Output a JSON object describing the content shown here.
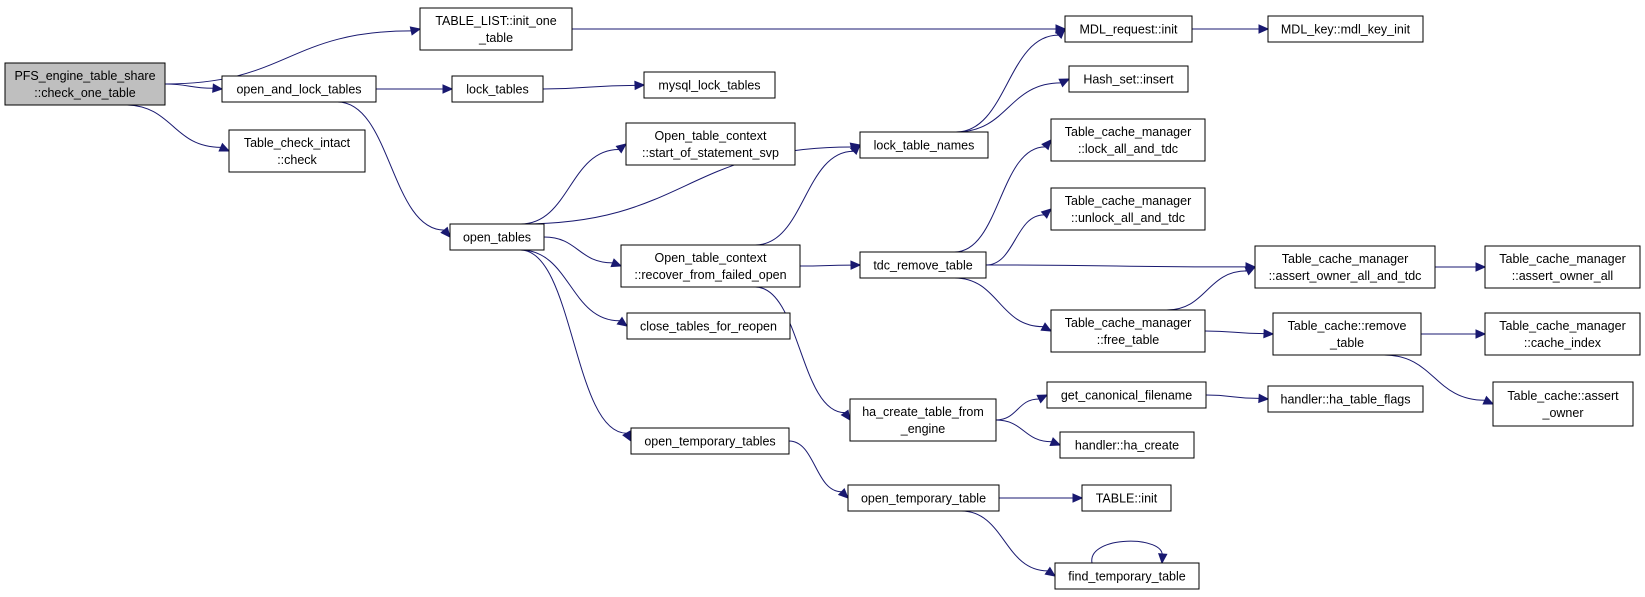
{
  "graph": {
    "nodes": [
      {
        "id": "root",
        "lines": [
          "PFS_engine_table_share",
          "::check_one_table"
        ],
        "root": true
      },
      {
        "id": "init_one_table",
        "lines": [
          "TABLE_LIST::init_one",
          "_table"
        ]
      },
      {
        "id": "mdl_request_init",
        "lines": [
          "MDL_request::init"
        ]
      },
      {
        "id": "mdl_key_init",
        "lines": [
          "MDL_key::mdl_key_init"
        ]
      },
      {
        "id": "open_and_lock_tables",
        "lines": [
          "open_and_lock_tables"
        ]
      },
      {
        "id": "lock_tables",
        "lines": [
          "lock_tables"
        ]
      },
      {
        "id": "mysql_lock_tables",
        "lines": [
          "mysql_lock_tables"
        ]
      },
      {
        "id": "hash_set_insert",
        "lines": [
          "Hash_set::insert"
        ]
      },
      {
        "id": "table_check_intact",
        "lines": [
          "Table_check_intact",
          "::check"
        ]
      },
      {
        "id": "start_of_statement_svp",
        "lines": [
          "Open_table_context",
          "::start_of_statement_svp"
        ]
      },
      {
        "id": "lock_table_names",
        "lines": [
          "lock_table_names"
        ]
      },
      {
        "id": "lock_all_and_tdc",
        "lines": [
          "Table_cache_manager",
          "::lock_all_and_tdc"
        ]
      },
      {
        "id": "unlock_all_and_tdc",
        "lines": [
          "Table_cache_manager",
          "::unlock_all_and_tdc"
        ]
      },
      {
        "id": "open_tables",
        "lines": [
          "open_tables"
        ]
      },
      {
        "id": "recover_from_failed_open",
        "lines": [
          "Open_table_context",
          "::recover_from_failed_open"
        ]
      },
      {
        "id": "tdc_remove_table",
        "lines": [
          "tdc_remove_table"
        ]
      },
      {
        "id": "assert_owner_all_and_tdc",
        "lines": [
          "Table_cache_manager",
          "::assert_owner_all_and_tdc"
        ]
      },
      {
        "id": "assert_owner_all",
        "lines": [
          "Table_cache_manager",
          "::assert_owner_all"
        ]
      },
      {
        "id": "free_table",
        "lines": [
          "Table_cache_manager",
          "::free_table"
        ]
      },
      {
        "id": "close_tables_for_reopen",
        "lines": [
          "close_tables_for_reopen"
        ]
      },
      {
        "id": "cache_remove_table",
        "lines": [
          "Table_cache::remove",
          "_table"
        ]
      },
      {
        "id": "cache_index",
        "lines": [
          "Table_cache_manager",
          "::cache_index"
        ]
      },
      {
        "id": "ha_create_table_from_engine",
        "lines": [
          "ha_create_table_from",
          "_engine"
        ]
      },
      {
        "id": "get_canonical_filename",
        "lines": [
          "get_canonical_filename"
        ]
      },
      {
        "id": "ha_table_flags",
        "lines": [
          "handler::ha_table_flags"
        ]
      },
      {
        "id": "assert_owner",
        "lines": [
          "Table_cache::assert",
          "_owner"
        ]
      },
      {
        "id": "ha_create",
        "lines": [
          "handler::ha_create"
        ]
      },
      {
        "id": "open_temporary_tables",
        "lines": [
          "open_temporary_tables"
        ]
      },
      {
        "id": "open_temporary_table",
        "lines": [
          "open_temporary_table"
        ]
      },
      {
        "id": "table_init",
        "lines": [
          "TABLE::init"
        ]
      },
      {
        "id": "find_temporary_table",
        "lines": [
          "find_temporary_table"
        ]
      }
    ],
    "edges": [
      [
        "root",
        "init_one_table"
      ],
      [
        "root",
        "open_and_lock_tables"
      ],
      [
        "root",
        "table_check_intact"
      ],
      [
        "init_one_table",
        "mdl_request_init"
      ],
      [
        "mdl_request_init",
        "mdl_key_init"
      ],
      [
        "open_and_lock_tables",
        "lock_tables"
      ],
      [
        "open_and_lock_tables",
        "open_tables"
      ],
      [
        "lock_tables",
        "mysql_lock_tables"
      ],
      [
        "open_tables",
        "start_of_statement_svp"
      ],
      [
        "open_tables",
        "lock_table_names"
      ],
      [
        "open_tables",
        "recover_from_failed_open"
      ],
      [
        "open_tables",
        "close_tables_for_reopen"
      ],
      [
        "open_tables",
        "open_temporary_tables"
      ],
      [
        "lock_table_names",
        "mdl_request_init"
      ],
      [
        "lock_table_names",
        "hash_set_insert"
      ],
      [
        "recover_from_failed_open",
        "lock_table_names"
      ],
      [
        "recover_from_failed_open",
        "tdc_remove_table"
      ],
      [
        "recover_from_failed_open",
        "ha_create_table_from_engine"
      ],
      [
        "tdc_remove_table",
        "lock_all_and_tdc"
      ],
      [
        "tdc_remove_table",
        "unlock_all_and_tdc"
      ],
      [
        "tdc_remove_table",
        "assert_owner_all_and_tdc"
      ],
      [
        "tdc_remove_table",
        "free_table"
      ],
      [
        "assert_owner_all_and_tdc",
        "assert_owner_all"
      ],
      [
        "free_table",
        "assert_owner_all_and_tdc"
      ],
      [
        "free_table",
        "cache_remove_table"
      ],
      [
        "cache_remove_table",
        "cache_index"
      ],
      [
        "cache_remove_table",
        "assert_owner"
      ],
      [
        "ha_create_table_from_engine",
        "get_canonical_filename"
      ],
      [
        "ha_create_table_from_engine",
        "ha_create"
      ],
      [
        "get_canonical_filename",
        "ha_table_flags"
      ],
      [
        "open_temporary_tables",
        "open_temporary_table"
      ],
      [
        "open_temporary_table",
        "table_init"
      ],
      [
        "open_temporary_table",
        "find_temporary_table"
      ],
      [
        "find_temporary_table",
        "find_temporary_table"
      ]
    ]
  }
}
